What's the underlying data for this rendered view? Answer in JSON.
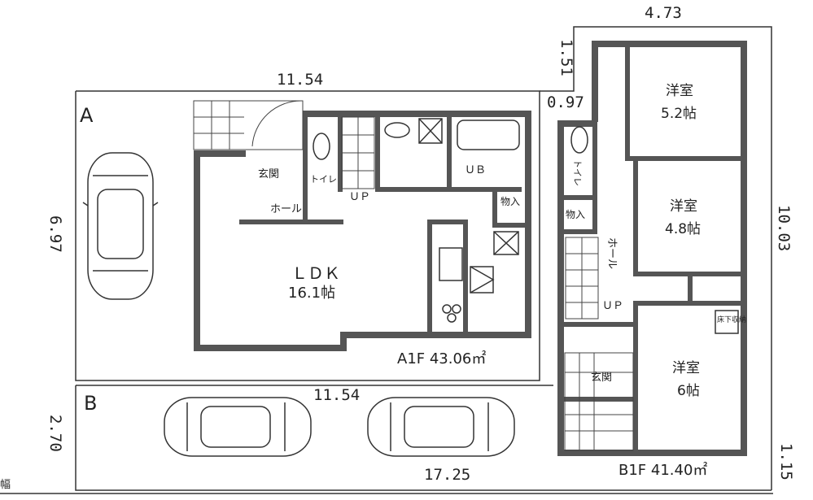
{
  "lots": {
    "a": {
      "label": "A",
      "floor_area": "A1F  43.06㎡",
      "top_dim": "11.54",
      "side_dim": "6.97"
    },
    "b": {
      "label": "B",
      "floor_area": "B1F  41.40㎡",
      "top_dim": "11.54",
      "bottom_dim": "17.25",
      "side_dim": "2.70"
    }
  },
  "dims": {
    "top_right": "4.73",
    "notch_v": "1.51",
    "notch_h": "0.97",
    "right": "10.03",
    "corner": "1.15",
    "edge_mark": "幅"
  },
  "rooms_a": {
    "genkan": "玄関",
    "toilet": "トイレ",
    "hall": "ホール",
    "ub": "ＵＢ",
    "up": "ＵＰ",
    "storage": "物入",
    "ldk": "ＬＤＫ",
    "ldk_size": "16.1帖"
  },
  "rooms_b": {
    "room1": "洋室",
    "room1_size": "5.2帖",
    "room2": "洋室",
    "room2_size": "4.8帖",
    "room3": "洋室",
    "room3_size": "6帖",
    "toilet": "トイレ",
    "storage": "物入",
    "hall": "ホール",
    "up": "ＵＰ",
    "genkan": "玄関",
    "underfloor": "床下収納"
  }
}
